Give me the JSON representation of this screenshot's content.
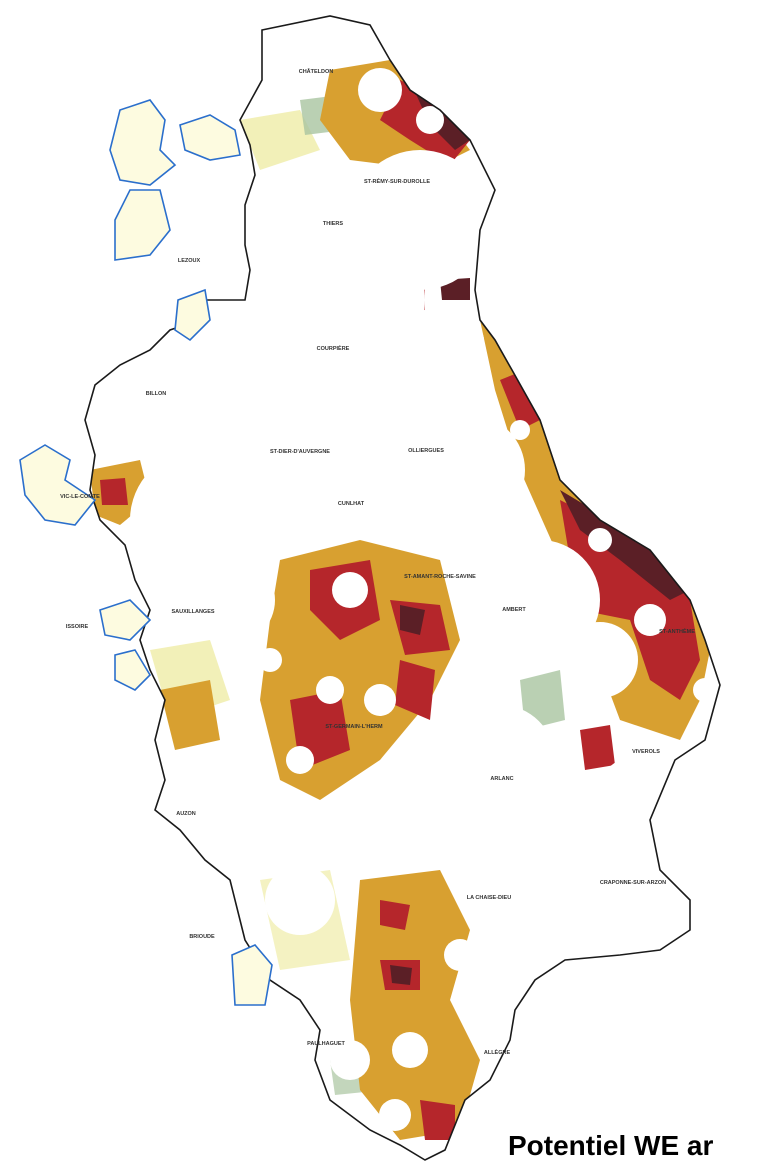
{
  "caption": "Potentiel WE ar",
  "colors": {
    "very_high": "#5b1f26",
    "high": "#b5262b",
    "medium": "#d8a030",
    "low": "#ecea9a",
    "neutral": "#a9c4a0",
    "outline": "#1a1a1a",
    "neighbour_outline": "#2b6fcc"
  },
  "towns": [
    "CHÂTELDON",
    "ST-RÉMY-SUR-DUROLLE",
    "THIERS",
    "LEZOUX",
    "COURPIÈRE",
    "BILLON",
    "ST-DIER-D'AUVERGNE",
    "OLLIERGUES",
    "VIC-LE-COMTE",
    "CUNLHAT",
    "ST-AMANT-ROCHE-SAVINE",
    "AMBERT",
    "ISSOIRE",
    "SAUXILLANGES",
    "ST-ANTHÈME",
    "ST-GERMAIN-L'HERM",
    "VIVEROLS",
    "ARLANC",
    "AUZON",
    "CRAPONNE-SUR-ARZON",
    "LA CHAISE-DIEU",
    "BRIOUDE",
    "PAULHAGUET",
    "ALLÈGRE"
  ]
}
